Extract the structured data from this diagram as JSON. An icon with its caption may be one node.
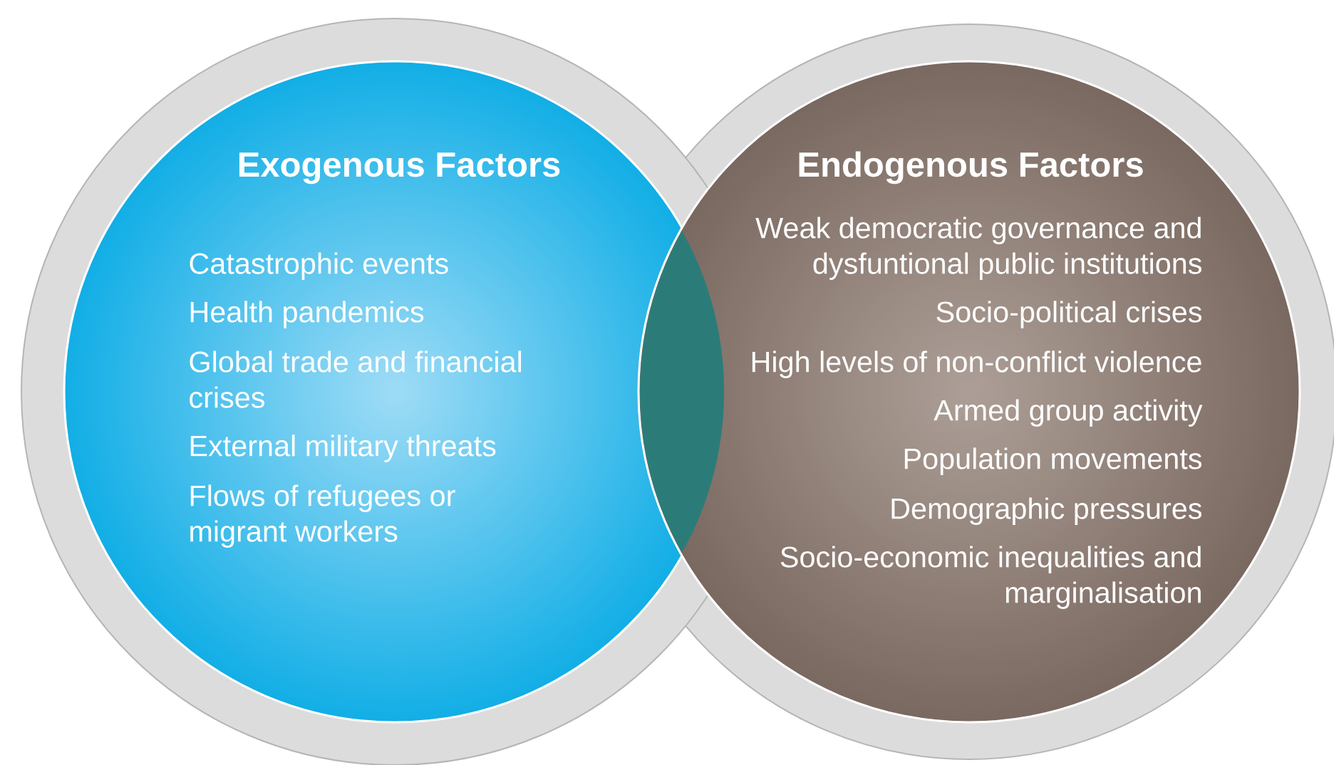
{
  "diagram": {
    "nodes": [
      {
        "text": [
          "Exogenous Factors",
          "Catastrophic events",
          "Health pandemics",
          "Global trade and financial crises",
          "External military threats",
          "Flows of refugees or migrant workers"
        ]
      },
      {
        "text": [
          "Endogenous Factors",
          "Weak democratic governance and dysfuntional public institutions",
          "Socio-political crises",
          "High levels of non-conflict violence",
          "Armed group activity",
          "Population movements",
          "Demographic pressures",
          "Socio-economic inequalities and marginalisation"
        ]
      }
    ]
  }
}
